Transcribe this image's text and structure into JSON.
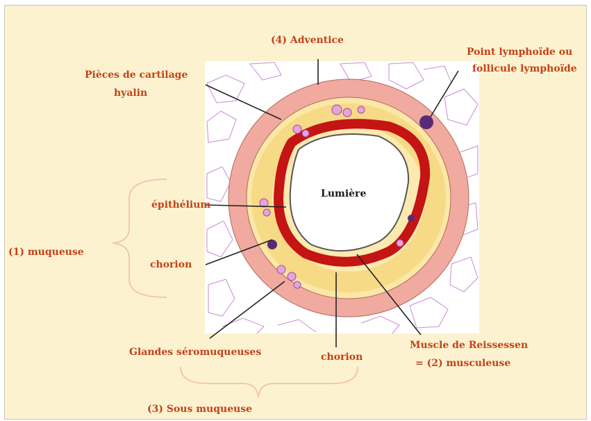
{
  "colors": {
    "background": "#fdf2cf",
    "label": "#c2421b",
    "cartilage": "#f0aaa0",
    "submucosa": "#f6da86",
    "muscle": "#c41414",
    "lumen": "#ffffff",
    "lymphoid": "#5a2a7a",
    "glands": "#e6a4d8",
    "tissue_lines": "#c98ad6"
  },
  "labels": {
    "adventice": "(4) Adventice",
    "cartilage_line1": "Pièces de cartilage",
    "cartilage_line2": "hyalin",
    "lymphoid_line1": "Point lymphoïde ou",
    "lymphoid_line2": "follicule lymphoïde",
    "lumiere": "Lumière",
    "epithelium": "épithélium",
    "muqueuse": "(1) muqueuse",
    "chorion_left": "chorion",
    "glandes": "Glandes séromuqueuses",
    "chorion_bottom": "chorion",
    "muscle_line1": "Muscle de Reissessen",
    "muscle_line2": "= (2) musculeuse",
    "sous_muqueuse": "(3) Sous muqueuse"
  },
  "icons": {
    "brace_left": "curly-brace-icon",
    "brace_bottom": "curly-brace-icon"
  }
}
